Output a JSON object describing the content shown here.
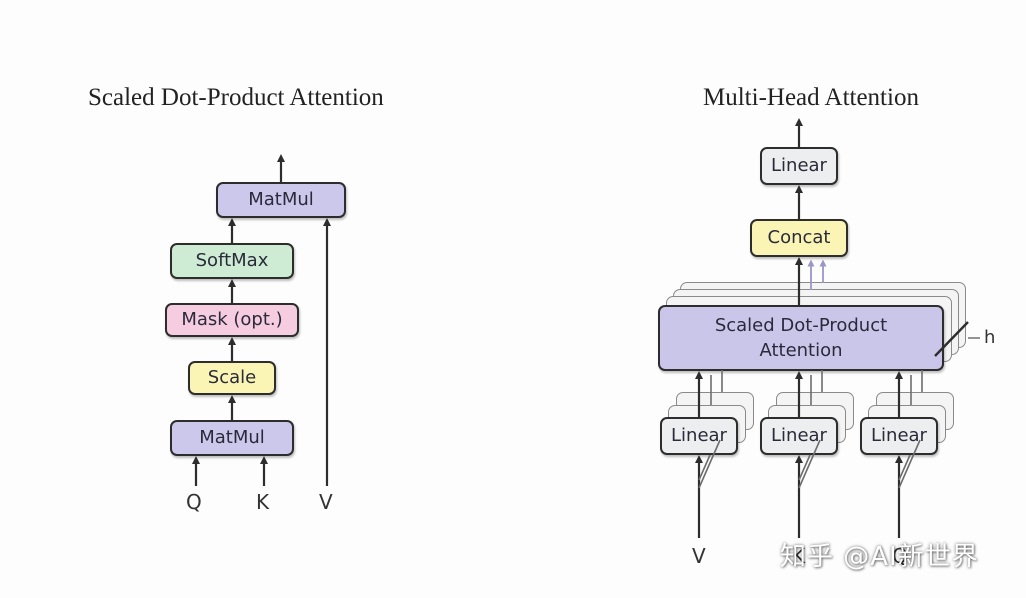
{
  "colors": {
    "matmul": "#cbc8ec",
    "softmax": "#cdecd3",
    "mask": "#f6cde0",
    "scale": "#fbf5b5",
    "linear": "#eceeef",
    "concat": "#fbf5b5",
    "attention": "#c9c6ea",
    "stroke": "#2d2d2d"
  },
  "left": {
    "title": "Scaled Dot-Product Attention",
    "matmul_top": "MatMul",
    "softmax": "SoftMax",
    "mask": "Mask (opt.)",
    "scale": "Scale",
    "matmul_bottom": "MatMul",
    "inputs": [
      "Q",
      "K",
      "V"
    ]
  },
  "right": {
    "title": "Multi-Head Attention",
    "linear_top": "Linear",
    "concat": "Concat",
    "attention_line1": "Scaled Dot-Product",
    "attention_line2": "Attention",
    "heads_label": "h",
    "linear_inputs": [
      "Linear",
      "Linear",
      "Linear"
    ],
    "inputs": [
      "V",
      "K",
      "Q"
    ]
  },
  "watermark": "知乎 @AI新世界"
}
